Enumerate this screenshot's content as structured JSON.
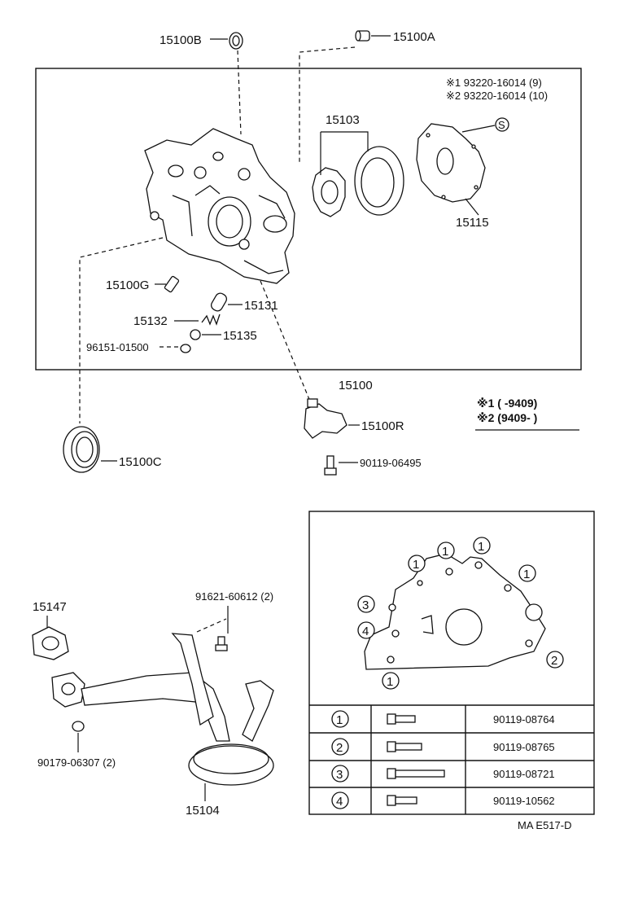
{
  "labels": {
    "l15100B": "15100B",
    "l15100A": "15100A",
    "l15103": "15103",
    "l15115": "15115",
    "l15100G": "15100G",
    "l15132": "15132",
    "l15131": "15131",
    "l15135": "15135",
    "l96151": "96151-01500",
    "l15100": "15100",
    "l15100R": "15100R",
    "l15100C": "15100C",
    "l90119_06495": "90119-06495",
    "l15147": "15147",
    "l91621": "91621-60612 (2)",
    "l90179": "90179-06307 (2)",
    "l15104": "15104",
    "noteS1": "※1 93220-16014 (9)",
    "noteS2": "※2 93220-16014 (10)",
    "noteS": "S"
  },
  "legend": {
    "line1": "※1 (       -9409)",
    "line2": "※2 (9409-         )"
  },
  "bolt_positions": {
    "p1": "1",
    "p3": "3",
    "p4": "4",
    "p2": "2"
  },
  "bolt_table": {
    "rows": [
      {
        "num": "1",
        "part": "90119-08764"
      },
      {
        "num": "2",
        "part": "90119-08765"
      },
      {
        "num": "3",
        "part": "90119-08721"
      },
      {
        "num": "4",
        "part": "90119-10562"
      }
    ]
  },
  "footer": {
    "code": "MA  E517-D"
  }
}
